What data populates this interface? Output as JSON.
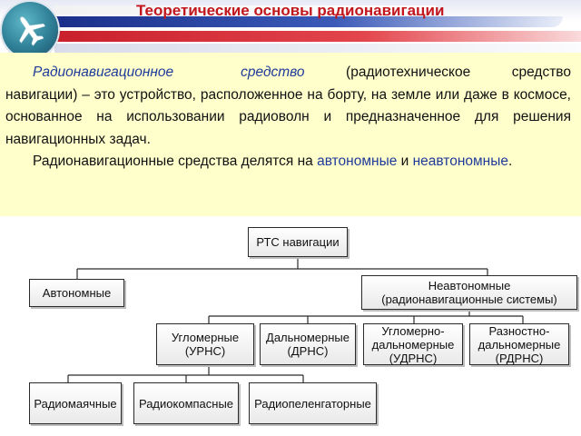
{
  "header": {
    "title": "Теоретические основы радионавигации",
    "logo_icon": "airplane-icon"
  },
  "definition": {
    "term": "Радионавигационное",
    "term2": "средство",
    "rest1": " (радиотехническое средство навигации) – это устройство, расположенное на борту, на земле или даже в космосе, основанное на использовании радиоволн и предназначенное для решения навигационных задач.",
    "p2_start": "Радионавигационные средства делятся на ",
    "p2_kw1": "автономные",
    "p2_mid": " и ",
    "p2_kw2": "неавтономные",
    "p2_end": "."
  },
  "diagram": {
    "root": "РТС навигации",
    "level1": {
      "autonomous": "Автономные",
      "non_autonomous": "Неавтономные\n(радионавигационные системы)"
    },
    "level2": {
      "angle": "Угломерные\n(УРНС)",
      "range": "Дальномерные\n(ДРНС)",
      "angle_range": "Угломерно-\nдальномерные\n(УДРНС)",
      "diff_range": "Разностно-\nдальномерные\n(РДРНС)"
    },
    "level3": {
      "beacons": "Радиомаячные",
      "compass": "Радиокомпасные",
      "direction_finders": "Радиопеленгаторные"
    }
  },
  "colors": {
    "title": "#c2161d",
    "definition_bg": "#ffffcc",
    "term": "#1f3b9a"
  }
}
